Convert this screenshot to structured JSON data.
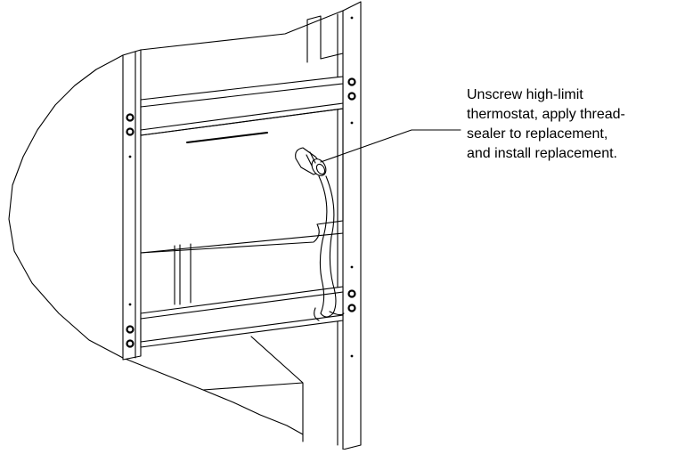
{
  "callout": {
    "lines": [
      "Unscrew high-limit",
      "thermostat, apply thread-",
      "sealer to replacement,",
      "and install replacement."
    ]
  }
}
